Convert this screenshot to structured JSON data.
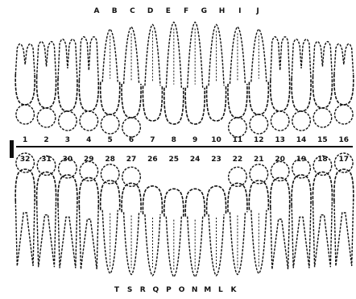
{
  "chart": {
    "top_letters": [
      "A",
      "B",
      "C",
      "D",
      "E",
      "F",
      "G",
      "H",
      "I",
      "J"
    ],
    "upper_numbers": [
      "1",
      "2",
      "3",
      "4",
      "5",
      "6",
      "7",
      "8",
      "9",
      "10",
      "11",
      "12",
      "13",
      "14",
      "15",
      "16"
    ],
    "lower_numbers": [
      "32",
      "31",
      "30",
      "29",
      "28",
      "27",
      "26",
      "25",
      "24",
      "23",
      "22",
      "21",
      "20",
      "19",
      "18",
      "17"
    ],
    "bottom_letters": [
      "T",
      "S",
      "R",
      "Q",
      "P",
      "O",
      "N",
      "M",
      "L",
      "K"
    ]
  },
  "colors": {
    "ink": "#111111",
    "background": "#ffffff"
  }
}
